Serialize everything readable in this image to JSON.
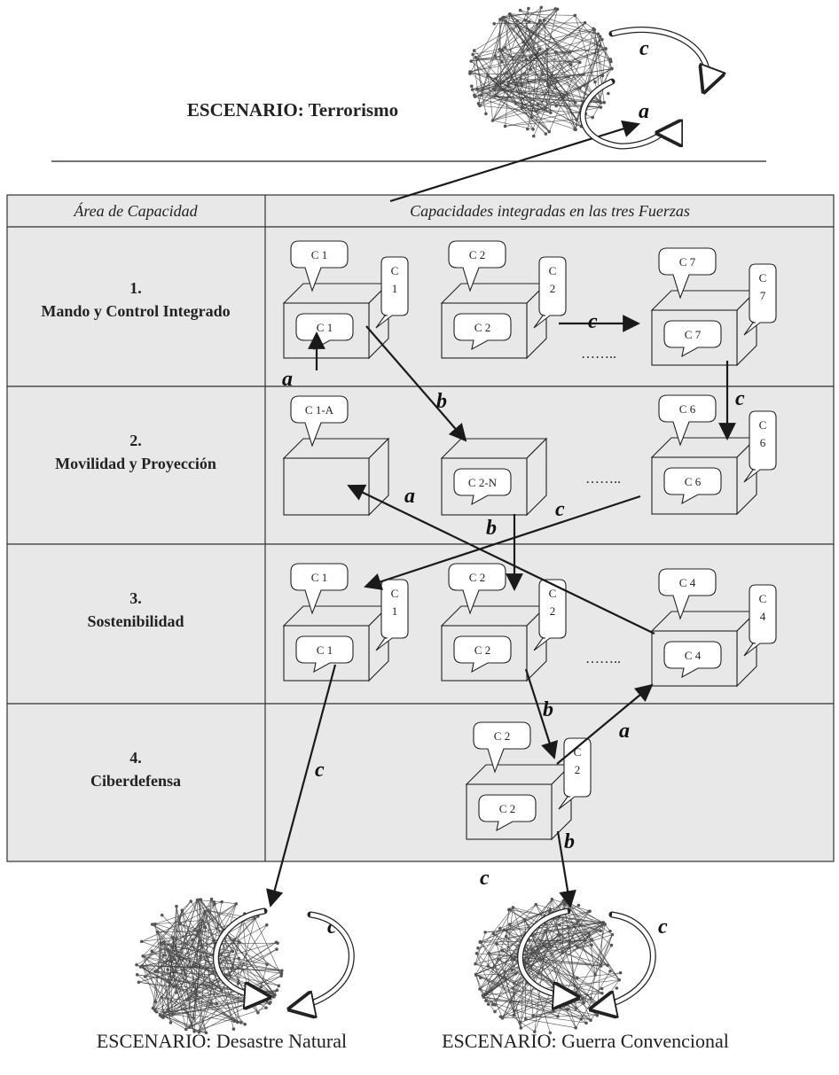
{
  "titles": {
    "top": "ESCENARIO: Terrorismo",
    "bottom_left": "ESCENARIO: Desastre Natural",
    "bottom_right": "ESCENARIO: Guerra Convencional"
  },
  "table": {
    "header_left": "Área de Capacidad",
    "header_right": "Capacidades integradas en las tres Fuerzas",
    "rows": [
      {
        "number": "1.",
        "name": "Mando y Control Integrado"
      },
      {
        "number": "2.",
        "name": "Movilidad y Proyección"
      },
      {
        "number": "3.",
        "name": "Sostenibilidad"
      },
      {
        "number": "4.",
        "name": "Ciberdefensa"
      }
    ]
  },
  "capabilities": [
    {
      "id": "r1-c1",
      "top": "C 1",
      "front": "C 1",
      "side": [
        "C",
        "1"
      ]
    },
    {
      "id": "r1-c2",
      "top": "C 2",
      "front": "C 2",
      "side": [
        "C",
        "2"
      ]
    },
    {
      "id": "r1-c7",
      "top": "C 7",
      "front": "C 7",
      "side": [
        "C",
        "7"
      ]
    },
    {
      "id": "r2-c1a",
      "top": "C 1-A"
    },
    {
      "id": "r2-c2n",
      "front": "C 2-N"
    },
    {
      "id": "r2-c6",
      "top": "C 6",
      "front": "C 6",
      "side": [
        "C",
        "6"
      ]
    },
    {
      "id": "r3-c1",
      "top": "C 1",
      "front": "C 1",
      "side": [
        "C",
        "1"
      ]
    },
    {
      "id": "r3-c2",
      "top": "C 2",
      "front": "C 2",
      "side": [
        "C",
        "2"
      ]
    },
    {
      "id": "r3-c4",
      "top": "C 4",
      "front": "C 4",
      "side": [
        "C",
        "4"
      ]
    },
    {
      "id": "r4-c2",
      "top": "C 2",
      "front": "C 2",
      "side": [
        "C",
        "2"
      ]
    }
  ],
  "ellipsis": "……..",
  "flow_labels": {
    "a": "a",
    "b": "b",
    "c": "c"
  },
  "colors": {
    "row_bg": "#e8e8e8",
    "header_bg": "#e8e8e8",
    "border": "#333333",
    "arrow": "#1a1a1a"
  }
}
